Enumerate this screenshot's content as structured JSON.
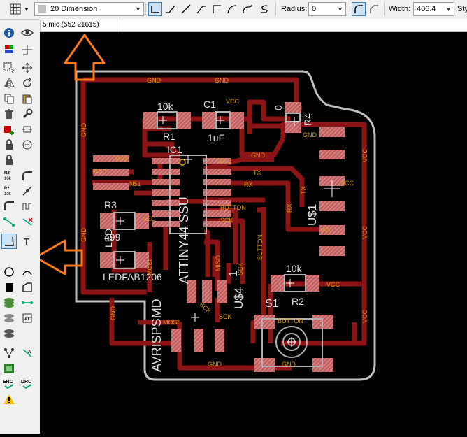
{
  "toolbar": {
    "layer_select": "20 Dimension",
    "radius_label": "Radius:",
    "radius_value": "0",
    "width_label": "Width:",
    "width_value": "406.4",
    "style_label": "Sty"
  },
  "command": {
    "coordinates": "5 mic (552 21615)",
    "input_value": ""
  },
  "board": {
    "parts": {
      "r1_value": "10k",
      "r1_name": "R1",
      "c1_name": "C1",
      "c1_value": "1uF",
      "r4_value": "0",
      "r4_name": "R4",
      "ic1_name": "IC1",
      "ic1_value": "ATTINY44 SSU",
      "r3_name": "R3",
      "r3_value": "499",
      "led_name": "LED",
      "led_value": "LEDFAB1206",
      "avr_name": "AVRISPSMD",
      "u4_name": "U$4",
      "us1_name": "U$1",
      "r2_value": "10k",
      "r2_name": "R2",
      "s1_name": "S1",
      "one_label": "1"
    },
    "signals": {
      "gnd": "GND",
      "vcc": "VCC",
      "tx": "TX",
      "rx": "RX",
      "button": "BUTTON",
      "sck": "SCK",
      "mosi": "MOSI",
      "miso": "MISO",
      "led": "LED",
      "ns1": "N$1",
      "rst": "RST"
    }
  }
}
